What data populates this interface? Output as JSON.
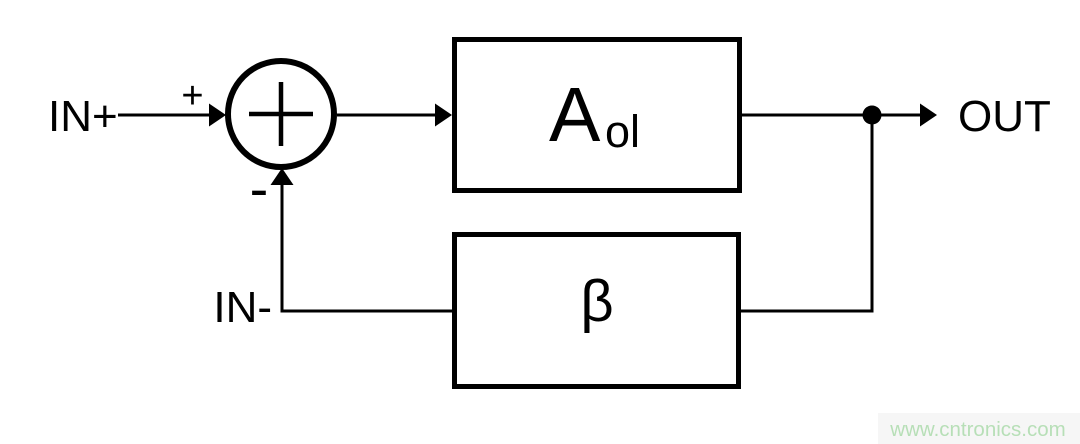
{
  "diagram": {
    "labels": {
      "input_positive": "IN+",
      "input_negative": "IN-",
      "output": "OUT",
      "sum_plus_sign": "+",
      "sum_minus_sign": "-",
      "forward_block_main": "A",
      "forward_block_sub": "ol",
      "feedback_block": "β"
    },
    "watermark": {
      "text": "www.cntronics.com",
      "color": "#b7dfb7",
      "band_color": "#f6f6f6"
    },
    "colors": {
      "line": "#000000",
      "text": "#000000",
      "background": "#ffffff"
    }
  }
}
